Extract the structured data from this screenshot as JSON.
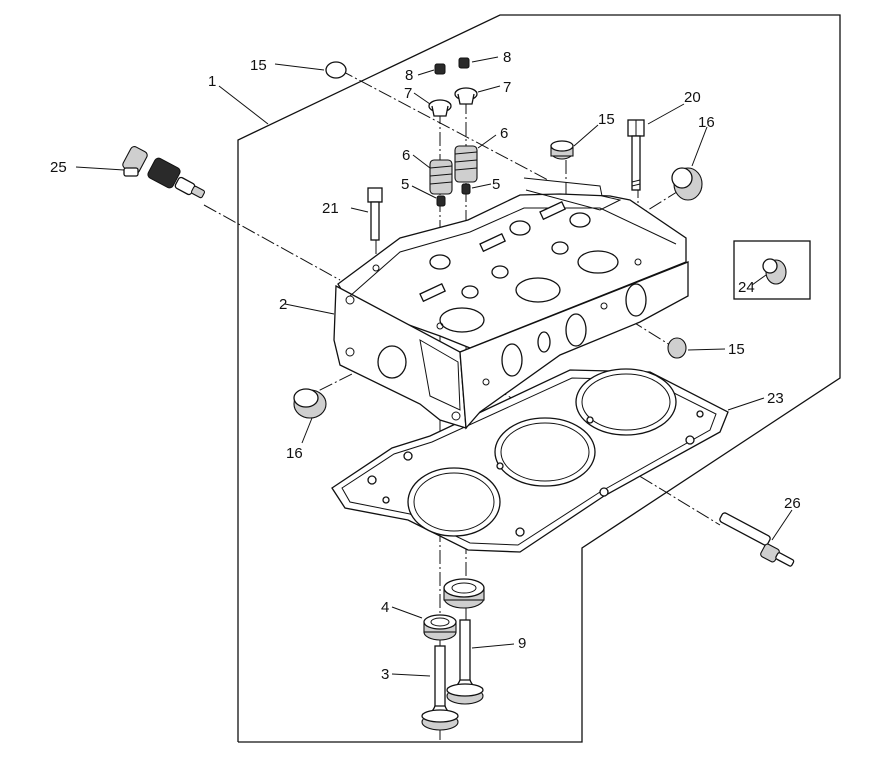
{
  "callouts": [
    "1",
    "2",
    "3",
    "4",
    "5",
    "5",
    "6",
    "6",
    "7",
    "7",
    "8",
    "8",
    "9",
    "15",
    "15",
    "15",
    "16",
    "16",
    "20",
    "21",
    "23",
    "24",
    "25",
    "26"
  ]
}
